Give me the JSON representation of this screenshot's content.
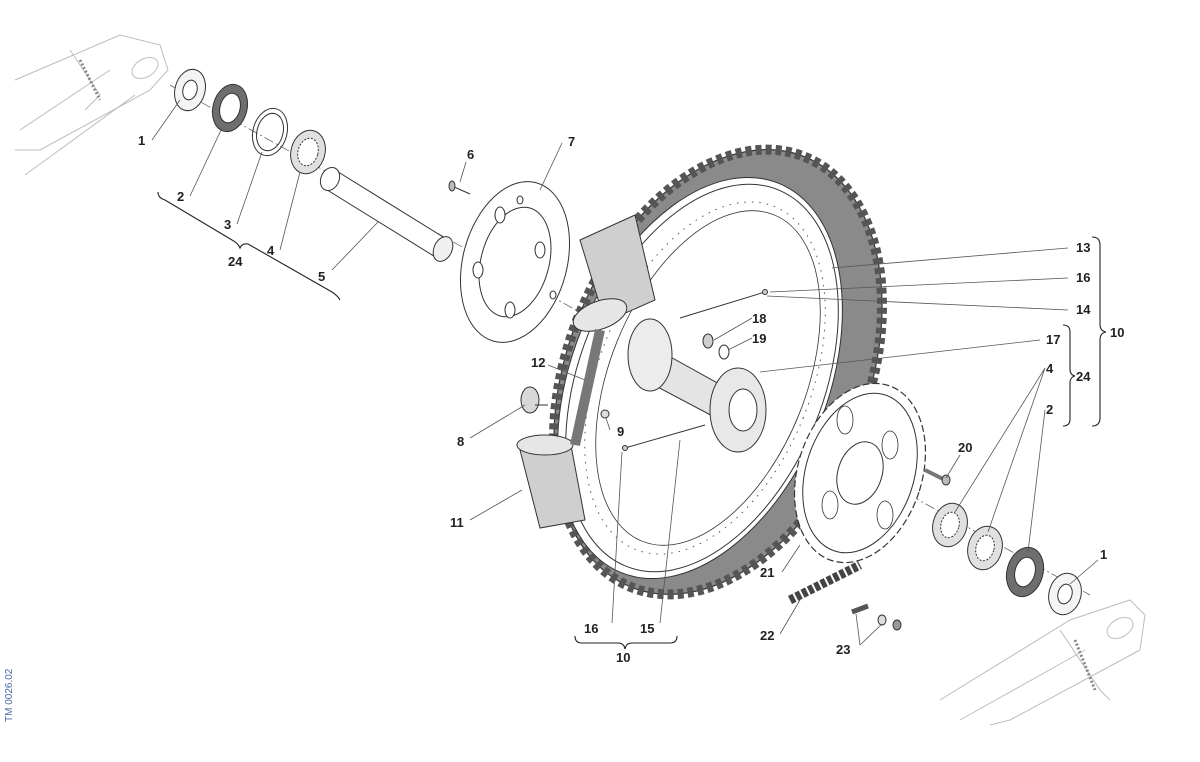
{
  "drawing": {
    "code": "TM 0026.02"
  },
  "callouts": {
    "c1_left": "1",
    "c2_left": "2",
    "c3_left": "3",
    "c4_left": "4",
    "c24_left": "24",
    "c5": "5",
    "c6": "6",
    "c7": "7",
    "c8": "8",
    "c9": "9",
    "c10_bottom": "10",
    "c11": "11",
    "c12": "12",
    "c13": "13",
    "c14": "14",
    "c15": "15",
    "c16_bottom": "16",
    "c16_right": "16",
    "c17": "17",
    "c18": "18",
    "c19": "19",
    "c20": "20",
    "c21": "21",
    "c22": "22",
    "c23": "23",
    "c10_right": "10",
    "c24_right": "24",
    "c4_right": "4",
    "c2_right": "2",
    "c1_right": "1"
  },
  "colors": {
    "line": "#333333",
    "tube": "#cfcfcf",
    "tire": "#8a8a8a",
    "ghost": "#bdbdbd",
    "code": "#4a6aa5"
  }
}
